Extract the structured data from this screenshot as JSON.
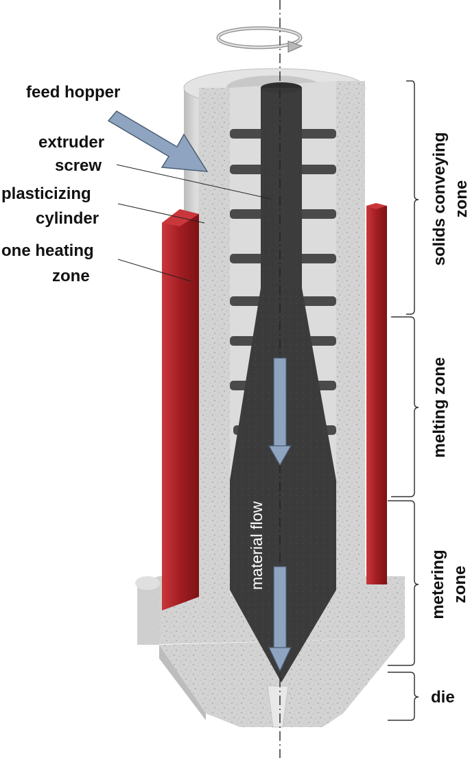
{
  "labels": {
    "feed_hopper": "feed hopper",
    "extruder_screw_line1": "extruder",
    "extruder_screw_line2": "screw",
    "plasticizing_cylinder_line1": "plasticizing",
    "plasticizing_cylinder_line2": "cylinder",
    "heating_zone_line1": "one heating",
    "heating_zone_line2": "zone",
    "material_flow": "material flow"
  },
  "zones": {
    "solids_conveying_line1": "solids conveying",
    "solids_conveying_line2": "zone",
    "melting": "melting zone",
    "metering_line1": "metering",
    "metering_line2": "zone",
    "die": "die"
  },
  "colors": {
    "heater_red": "#a11d22",
    "heater_highlight": "#c9373a",
    "cylinder_grey": "#cfcfcf",
    "cylinder_face": "#e6e6e6",
    "screw_dark": "#3a3a3a",
    "screw_flight": "#555555",
    "arrow_blue": "#8ea4c0"
  }
}
